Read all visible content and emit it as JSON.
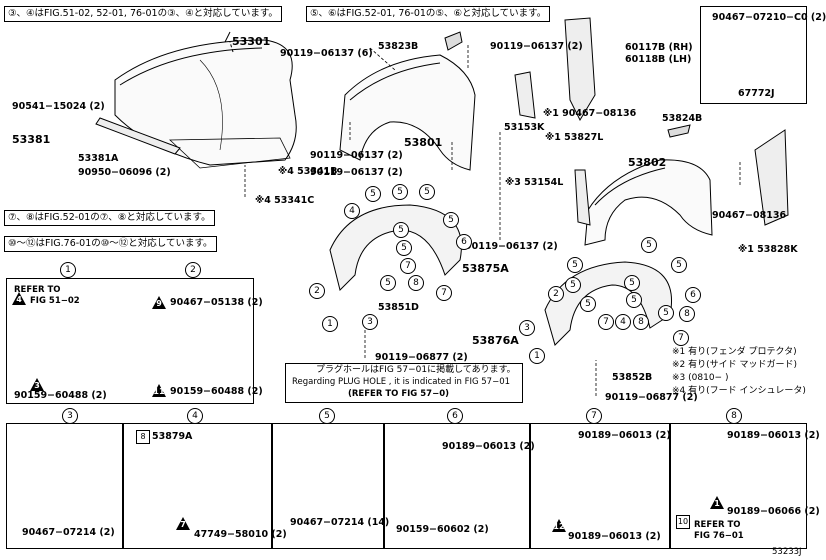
{
  "notes": {
    "n1": "③、④はFIG.51-02, 52-01, 76-01の③、④と対応しています。",
    "n2": "⑤、⑥はFIG.52-01, 76-01の⑤、⑥と対応しています。",
    "n3": "⑦、⑧はFIG.52-01の⑦、⑧と対応しています。",
    "n4": "⑩〜⑫はFIG.76-01の⑩〜⑫と対応しています。",
    "plug_jp": "プラグホールはFIG 57−01に掲載してあります。",
    "plug_en": "Regarding PLUG HOLE , it is indicated in FIG 57−01",
    "plug_ref": "(REFER TO FIG 57−0)"
  },
  "parts": {
    "p53301": "53301",
    "p53823b": "53823B",
    "p90119_06137_6": "90119−06137 (6)",
    "p90119_06137_2a": "90119−06137 (2)",
    "p90467_07210": "90467−07210−C0 (2)",
    "p60117b": "60117B (RH)",
    "p60118b": "60118B (LH)",
    "p67772j": "67772J",
    "p90541": "90541−15024 (2)",
    "p19": "※1 90467−08136",
    "p53153k": "53153K",
    "p53827l": "※1 53827L",
    "p53824b": "53824B",
    "p53381": "53381",
    "p53381a": "53381A",
    "p90950": "90950−06096 (2)",
    "p53801": "53801",
    "p90119_06137_2b": "90119−06137 (2)",
    "p90119_06137_2c": "90119−06137 (2)",
    "p53341b": "※4 53341B",
    "p53802": "53802",
    "p53154l": "※3 53154L",
    "p53341c": "※4 53341C",
    "p90467_08136b": "90467−08136",
    "p53828k": "※1 53828K",
    "p90119_06137_2d": "90119−06137 (2)",
    "p53875a": "53875A",
    "p53851d": "53851D",
    "p53876a": "53876A",
    "p90119_06877_a": "90119−06877 (2)",
    "p53852b": "53852B",
    "p90119_06877_b": "90119−06877 (2)",
    "p_s1_ref1": "REFER TO",
    "p_s1_ref2": "FIG 51−02",
    "p_s1_p": "90159−60488 (2)",
    "p_s2_a": "90467−05138 (2)",
    "p_s2_b": "90159−60488 (2)",
    "p_s3": "90467−07214 (2)",
    "p_s4_a": "53879A",
    "p_s4_b": "47749−58010 (2)",
    "p_s5": "90467−07214 (14)",
    "p_s6_a": "90189−06013 (2)",
    "p_s6_b": "90159−60602 (2)",
    "p_s7_a": "90189−06013 (2)",
    "p_s7_b": "90189−06013 (2)",
    "p_s8_a": "90189−06013 (2)",
    "p_s8_b": "90189−06066 (2)",
    "p_s8_ref1": "REFER TO",
    "p_s8_ref2": "FIG 76−01"
  },
  "legend": {
    "l1": "※1 有り(フェンダ プロテクタ)",
    "l2": "※2 有り(サイド マッドガード)",
    "l3": "※3 (0810−       )",
    "l4": "※4 有り(フード インシュレータ)"
  },
  "sections": {
    "s1": "1",
    "s2": "2",
    "s3": "3",
    "s4": "4",
    "s5": "5",
    "s6": "6",
    "s7": "7",
    "s8": "8"
  },
  "markers": {
    "m3": "3",
    "m4": "4",
    "m5": "5",
    "m6": "6",
    "m7": "7",
    "m8": "8",
    "m1": "1",
    "m2": "2",
    "m9": "9",
    "m11": "11",
    "m12": "12",
    "m10": "10"
  },
  "figure_id": "53233J"
}
